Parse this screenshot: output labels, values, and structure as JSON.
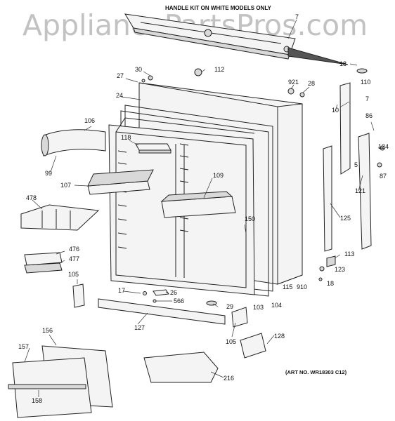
{
  "diagram": {
    "header_note": "HANDLE KIT ON WHITE MODELS ONLY",
    "watermark": "AppliancePartsPros.com",
    "art_number": "(ART NO. WR18303 C12)",
    "callouts": [
      {
        "id": "c-7a",
        "label": "7"
      },
      {
        "id": "c-18a",
        "label": "18"
      },
      {
        "id": "c-110",
        "label": "110"
      },
      {
        "id": "c-30",
        "label": "30"
      },
      {
        "id": "c-112",
        "label": "112"
      },
      {
        "id": "c-27",
        "label": "27"
      },
      {
        "id": "c-921",
        "label": "921"
      },
      {
        "id": "c-28",
        "label": "28"
      },
      {
        "id": "c-24",
        "label": "24"
      },
      {
        "id": "c-7b",
        "label": "7"
      },
      {
        "id": "c-10",
        "label": "10"
      },
      {
        "id": "c-106",
        "label": "106"
      },
      {
        "id": "c-86",
        "label": "86"
      },
      {
        "id": "c-118",
        "label": "118"
      },
      {
        "id": "c-99",
        "label": "99"
      },
      {
        "id": "c-124",
        "label": "124"
      },
      {
        "id": "c-5",
        "label": "5"
      },
      {
        "id": "c-87",
        "label": "87"
      },
      {
        "id": "c-109",
        "label": "109"
      },
      {
        "id": "c-107",
        "label": "107"
      },
      {
        "id": "c-121",
        "label": "121"
      },
      {
        "id": "c-478",
        "label": "478"
      },
      {
        "id": "c-150",
        "label": "150"
      },
      {
        "id": "c-125",
        "label": "125"
      },
      {
        "id": "c-476",
        "label": "476"
      },
      {
        "id": "c-477",
        "label": "477"
      },
      {
        "id": "c-113",
        "label": "113"
      },
      {
        "id": "c-123",
        "label": "123"
      },
      {
        "id": "c-105a",
        "label": "105"
      },
      {
        "id": "c-18b",
        "label": "18"
      },
      {
        "id": "c-910",
        "label": "910"
      },
      {
        "id": "c-115",
        "label": "115"
      },
      {
        "id": "c-17",
        "label": "17"
      },
      {
        "id": "c-26",
        "label": "26"
      },
      {
        "id": "c-566",
        "label": "566"
      },
      {
        "id": "c-104",
        "label": "104"
      },
      {
        "id": "c-29",
        "label": "29"
      },
      {
        "id": "c-103",
        "label": "103"
      },
      {
        "id": "c-127",
        "label": "127"
      },
      {
        "id": "c-128",
        "label": "128"
      },
      {
        "id": "c-105b",
        "label": "105"
      },
      {
        "id": "c-156",
        "label": "156"
      },
      {
        "id": "c-157",
        "label": "157"
      },
      {
        "id": "c-216",
        "label": "216"
      },
      {
        "id": "c-158",
        "label": "158"
      }
    ]
  }
}
